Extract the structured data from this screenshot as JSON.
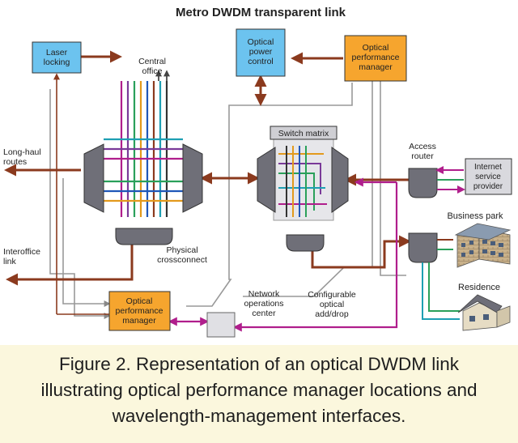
{
  "title": "Metro DWDM transparent link",
  "colors": {
    "brown": "#8b3a1e",
    "box_blue": "#6cc3ef",
    "box_orange": "#f6a52e",
    "device_gray": "#6f6f78",
    "purple": "#7a3a99",
    "magenta": "#b01e8c",
    "green": "#2aa05a",
    "teal": "#1e9fb3",
    "blue": "#1f57b8",
    "orange": "#e39a1d",
    "caption_bg": "#fbf7dd"
  },
  "boxes": {
    "laser_locking": "Laser locking",
    "optical_power_control": "Optical power control",
    "opm_top": "Optical performance manager",
    "opm_bottom": "Optical performance manager",
    "isp": "Internet service provider",
    "switch_matrix": "Switch matrix"
  },
  "labels": {
    "central_office": "Central office",
    "long_haul": "Long-haul routes",
    "interoffice": "Interoffice link",
    "physical_crossconnect": "Physical crossconnect",
    "noc": "Network operations center",
    "configurable_add_drop": "Configurable optical add/drop",
    "access_router": "Access router",
    "business_park": "Business park",
    "residence": "Residence"
  },
  "caption": "Figure 2. Representation of an optical DWDM link illustrating optical performance manager locations and wavelength-management interfaces."
}
